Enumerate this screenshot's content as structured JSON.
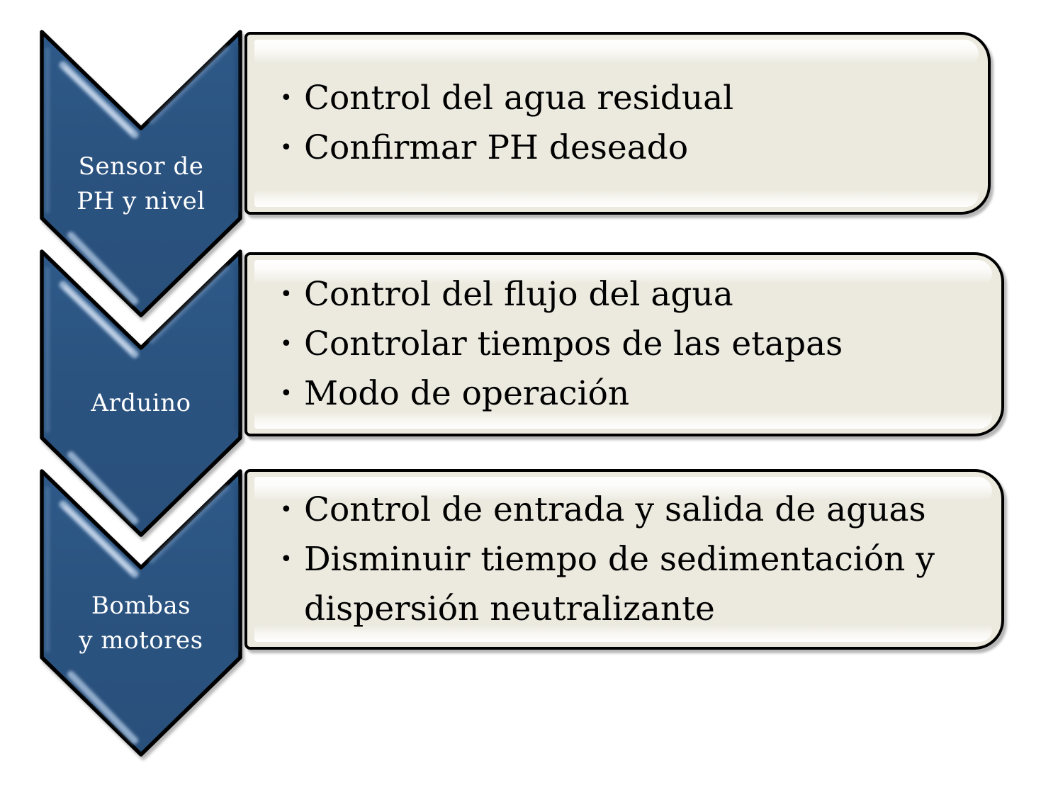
{
  "diagram": {
    "type": "vertical-chevron-list",
    "bullet_glyph": "•",
    "colors": {
      "chevron_fill": "#2B5380",
      "chevron_highlight": "#A9C2DE",
      "chevron_outline": "#000000",
      "box_fill": "#ECEADF",
      "box_outline": "#000000",
      "label_text": "#FFFFFF",
      "body_text": "#000000",
      "background": "#FFFFFF"
    },
    "steps": [
      {
        "chevron_label_lines": [
          "Sensor de",
          "PH y nivel"
        ],
        "bullets": [
          "Control del agua residual",
          "Confirmar PH deseado"
        ]
      },
      {
        "chevron_label_lines": [
          "Arduino"
        ],
        "bullets": [
          "Control del flujo del agua",
          "Controlar tiempos de las etapas",
          "Modo de operación"
        ]
      },
      {
        "chevron_label_lines": [
          "Bombas",
          "y motores"
        ],
        "bullets": [
          "Control de entrada y salida de aguas",
          "Disminuir tiempo de sedimentación y dispersión neutralizante"
        ]
      }
    ]
  }
}
